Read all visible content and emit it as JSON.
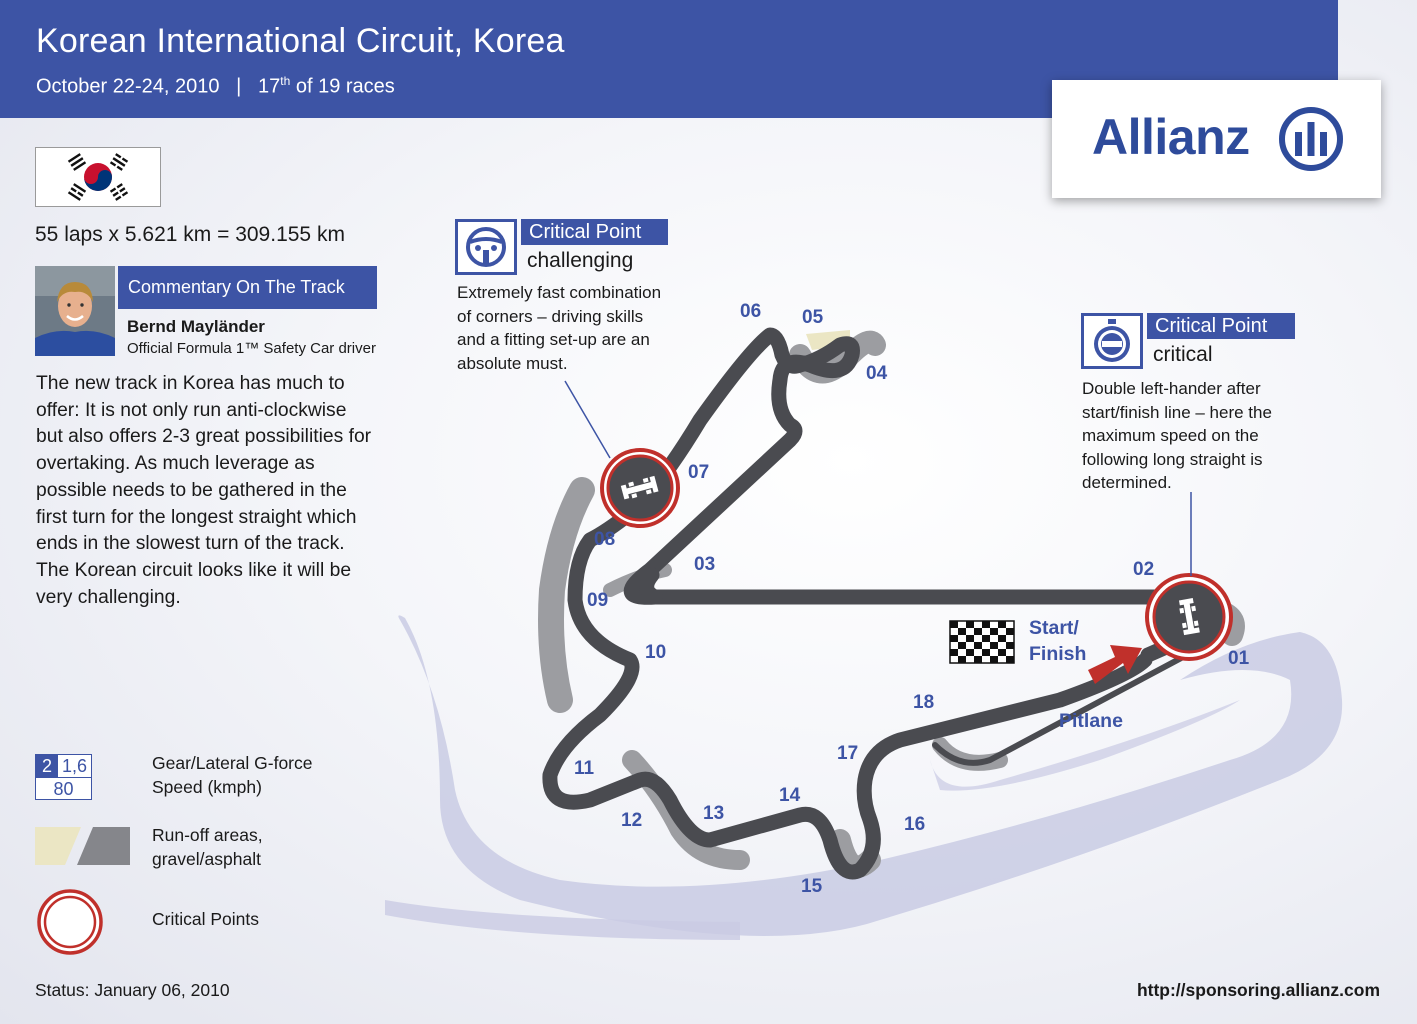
{
  "header": {
    "title": "Korean International Circuit,  Korea",
    "dates": "October 22-24, 2010",
    "separator": "|",
    "race_ordinal": "17",
    "race_ordinal_suffix": "th",
    "race_total": "of 19  races"
  },
  "sponsor": {
    "name": "Allianz"
  },
  "circuit": {
    "laps_text": "55 laps x 5.621 km = 309.155 km"
  },
  "commentary": {
    "heading": "Commentary On The Track",
    "driver_name": "Bernd Mayländer",
    "driver_role": "Official Formula 1™ Safety Car driver",
    "text": "The new track in Korea has much to offer: It is not only run anti-clockwise but also offers 2-3 great possibilities for overtaking. As much leverage as possible needs to be gathered in the first turn for the longest straight which ends in the slowest turn of the track. The Korean circuit looks like it will be very challenging."
  },
  "critical_points": [
    {
      "label": "Critical Point",
      "level": "challenging",
      "description_lines": [
        "Extremely fast combination",
        "of corners – driving skills",
        "and a fitting set-up are an",
        "absolute must."
      ],
      "icon": "steering-wheel-icon"
    },
    {
      "label": "Critical Point",
      "level": "critical",
      "description_lines": [
        "Double left-hander after",
        "start/finish line – here the",
        "maximum speed on the",
        "following long straight is",
        "determined."
      ],
      "icon": "stopwatch-icon"
    }
  ],
  "track": {
    "turns": [
      "01",
      "02",
      "03",
      "04",
      "05",
      "06",
      "07",
      "08",
      "09",
      "10",
      "11",
      "12",
      "13",
      "14",
      "15",
      "16",
      "17",
      "18"
    ],
    "start_finish_lines": [
      "Start/",
      "Finish"
    ],
    "pitlane": "Pitlane",
    "colors": {
      "track": "#4a4b50",
      "asphalt_runoff": "#9c9da1",
      "gravel_runoff": "#ebe6c4",
      "critical": "#c0302b",
      "accent": "#3d54a5"
    }
  },
  "legend": {
    "gear": "2",
    "g_force": "1,6",
    "speed": "80",
    "gear_lines": [
      "Gear/Lateral G-force",
      "Speed (kmph)"
    ],
    "runoff_lines": [
      "Run-off areas,",
      "gravel/asphalt"
    ],
    "critical": "Critical Points"
  },
  "footer": {
    "status": "Status: January 06, 2010",
    "url": "http://sponsoring.allianz.com"
  }
}
